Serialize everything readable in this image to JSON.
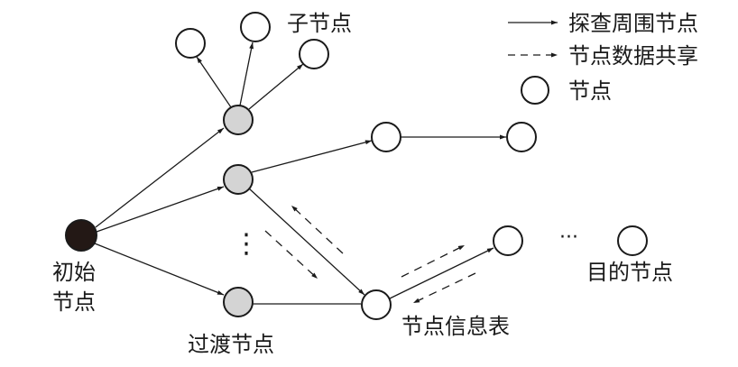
{
  "legend": {
    "solid": "探查周围节点",
    "dashed": "节点数据共享",
    "node": "节点"
  },
  "labels": {
    "child_nodes": "子节点",
    "initial_line1": "初始",
    "initial_line2": "节点",
    "transition_nodes": "过渡节点",
    "node_info_table": "节点信息表",
    "target_nodes": "目的节点",
    "vertical_ellipsis": "⋮",
    "horizontal_ellipsis": "···"
  },
  "colors": {
    "initial_node": "#231815",
    "transition_node": "#d4d4d4",
    "node": "#ffffff",
    "line": "#1a1a1a"
  }
}
